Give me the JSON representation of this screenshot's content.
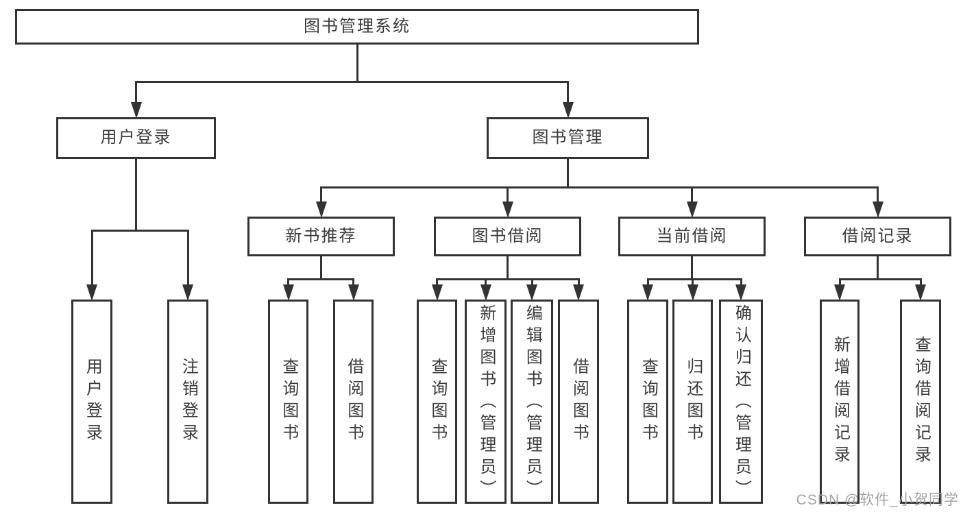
{
  "diagram": {
    "type": "tree",
    "title": "图书管理系统",
    "watermark": "CSDN @软件_小贺同学",
    "colors": {
      "line": "#333333",
      "text": "#3a3a3a",
      "background": "#ffffff",
      "watermark": "#a3a3a3"
    },
    "nodes": [
      {
        "id": "root",
        "label": "图书管理系统",
        "parent": null,
        "orientation": "horizontal"
      },
      {
        "id": "user-login",
        "label": "用户登录",
        "parent": "root",
        "orientation": "horizontal"
      },
      {
        "id": "book-mgmt",
        "label": "图书管理",
        "parent": "root",
        "orientation": "horizontal"
      },
      {
        "id": "login-leaf",
        "label": "用户登录",
        "parent": "user-login",
        "orientation": "vertical"
      },
      {
        "id": "logout-leaf",
        "label": "注销登录",
        "parent": "user-login",
        "orientation": "vertical"
      },
      {
        "id": "new-book-rec",
        "label": "新书推荐",
        "parent": "book-mgmt",
        "orientation": "horizontal"
      },
      {
        "id": "book-borrow",
        "label": "图书借阅",
        "parent": "book-mgmt",
        "orientation": "horizontal"
      },
      {
        "id": "current-borrow",
        "label": "当前借阅",
        "parent": "book-mgmt",
        "orientation": "horizontal"
      },
      {
        "id": "borrow-records",
        "label": "借阅记录",
        "parent": "book-mgmt",
        "orientation": "horizontal"
      },
      {
        "id": "rec-query-books",
        "label": "查询图书",
        "parent": "new-book-rec",
        "orientation": "vertical"
      },
      {
        "id": "rec-borrow-books",
        "label": "借阅图书",
        "parent": "new-book-rec",
        "orientation": "vertical"
      },
      {
        "id": "bb-query-books",
        "label": "查询图书",
        "parent": "book-borrow",
        "orientation": "vertical"
      },
      {
        "id": "bb-add-books",
        "label": "新增图书（管理员）",
        "parent": "book-borrow",
        "orientation": "vertical"
      },
      {
        "id": "bb-edit-books",
        "label": "编辑图书（管理员）",
        "parent": "book-borrow",
        "orientation": "vertical"
      },
      {
        "id": "bb-borrow-books",
        "label": "借阅图书",
        "parent": "book-borrow",
        "orientation": "vertical"
      },
      {
        "id": "cb-query-books",
        "label": "查询图书",
        "parent": "current-borrow",
        "orientation": "vertical"
      },
      {
        "id": "cb-return-books",
        "label": "归还图书",
        "parent": "current-borrow",
        "orientation": "vertical"
      },
      {
        "id": "cb-confirm-return",
        "label": "确认归还（管理员）",
        "parent": "current-borrow",
        "orientation": "vertical"
      },
      {
        "id": "br-add-record",
        "label": "新增借阅记录",
        "parent": "borrow-records",
        "orientation": "vertical"
      },
      {
        "id": "br-query-record",
        "label": "查询借阅记录",
        "parent": "borrow-records",
        "orientation": "vertical"
      }
    ]
  }
}
